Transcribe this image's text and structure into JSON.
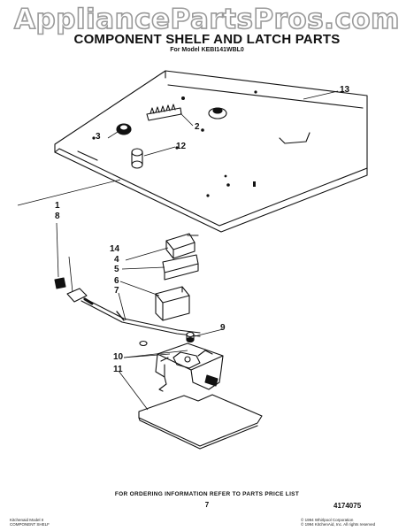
{
  "watermark": "AppliancePartsPros.com",
  "header": {
    "title": "COMPONENT SHELF AND LATCH PARTS",
    "subtitle": "For Model KEBI141WBL0"
  },
  "callouts": [
    {
      "id": "c13",
      "label": "13"
    },
    {
      "id": "c2",
      "label": "2"
    },
    {
      "id": "c3",
      "label": "3"
    },
    {
      "id": "c12",
      "label": "12"
    },
    {
      "id": "c1",
      "label": "1"
    },
    {
      "id": "c8",
      "label": "8"
    },
    {
      "id": "c14",
      "label": "14"
    },
    {
      "id": "c4",
      "label": "4"
    },
    {
      "id": "c5",
      "label": "5"
    },
    {
      "id": "c6",
      "label": "6"
    },
    {
      "id": "c7",
      "label": "7"
    },
    {
      "id": "c9",
      "label": "9"
    },
    {
      "id": "c10",
      "label": "10"
    },
    {
      "id": "c11",
      "label": "11"
    }
  ],
  "footer": {
    "ordering_note": "FOR ORDERING INFORMATION REFER TO PARTS PRICE LIST",
    "page_number": "7",
    "part_number": "4174075",
    "small_left": [
      "Kitchenaid Model II",
      "COMPONENT SHELF"
    ],
    "small_right": [
      "© 1994 Whirlpool Corporation",
      "© 1994 KitchenAid, Inc. All rights reserved"
    ]
  }
}
